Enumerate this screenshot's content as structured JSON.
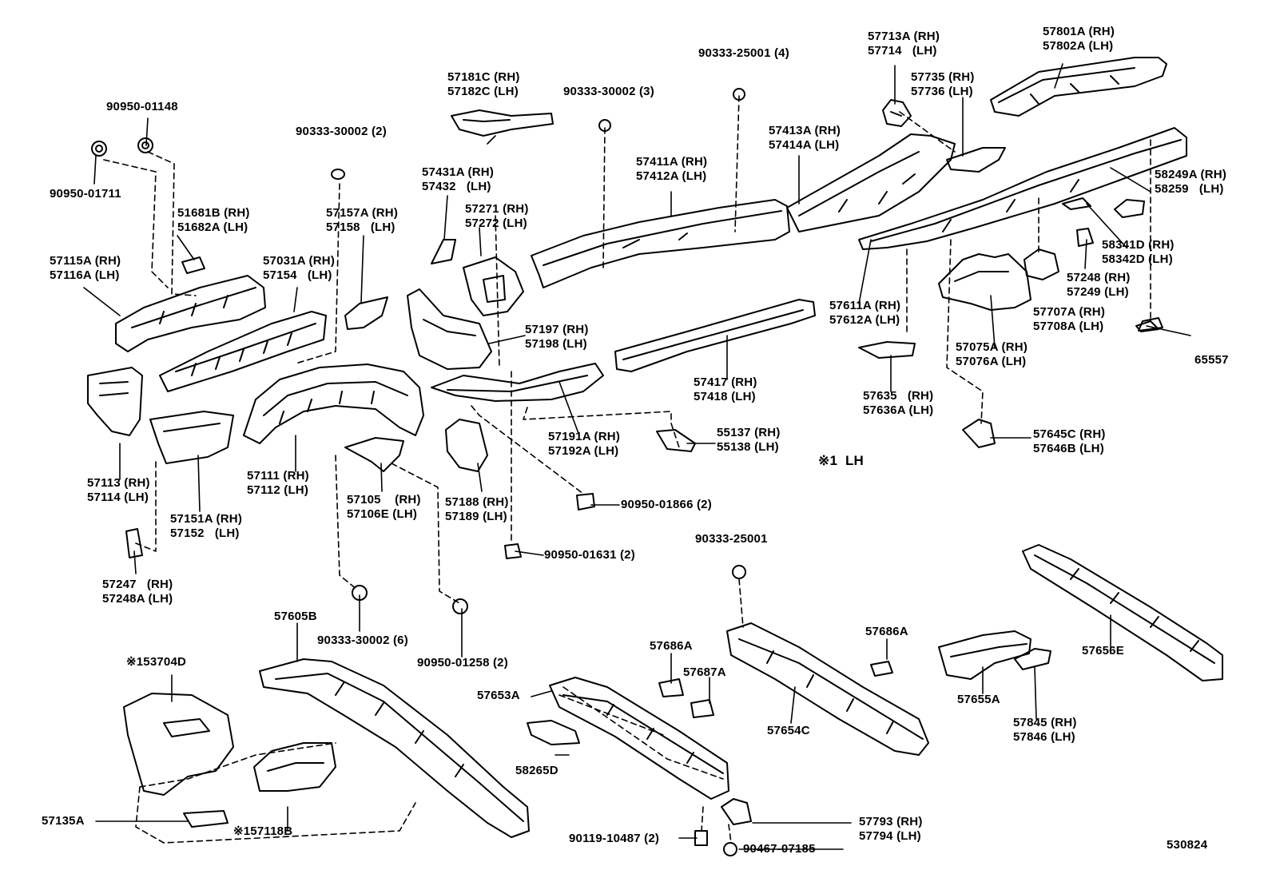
{
  "diagram_id": "530824",
  "parts": {
    "p_90950_01148": [
      "90950-01148"
    ],
    "p_90950_01711": [
      "90950-01711"
    ],
    "p_90333_30002_2": [
      "90333-30002 (2)"
    ],
    "p_57181": [
      "57181C (RH)",
      "57182C (LH)"
    ],
    "p_90333_30002_3": [
      "90333-30002 (3)"
    ],
    "p_90333_25001_4": [
      "90333-25001 (4)"
    ],
    "p_57713": [
      "57713A (RH)",
      "57714   (LH)"
    ],
    "p_57801": [
      "57801A (RH)",
      "57802A (LH)"
    ],
    "p_57735": [
      "57735 (RH)",
      "57736 (LH)"
    ],
    "p_51681": [
      "51681B (RH)",
      "51682A (LH)"
    ],
    "p_57157": [
      "57157A (RH)",
      "57158   (LH)"
    ],
    "p_57431": [
      "57431A (RH)",
      "57432   (LH)"
    ],
    "p_57271": [
      "57271 (RH)",
      "57272 (LH)"
    ],
    "p_57411": [
      "57411A (RH)",
      "57412A (LH)"
    ],
    "p_57413": [
      "57413A (RH)",
      "57414A (LH)"
    ],
    "p_58249": [
      "58249A (RH)",
      "58259   (LH)"
    ],
    "p_57115": [
      "57115A (RH)",
      "57116A (LH)"
    ],
    "p_57031": [
      "57031A (RH)",
      "57154   (LH)"
    ],
    "p_58341": [
      "58341D (RH)",
      "58342D (LH)"
    ],
    "p_57248_57249": [
      "57248 (RH)",
      "57249 (LH)"
    ],
    "p_57611": [
      "57611A (RH)",
      "57612A (LH)"
    ],
    "p_57707": [
      "57707A (RH)",
      "57708A (LH)"
    ],
    "p_57197": [
      "57197 (RH)",
      "57198 (LH)"
    ],
    "p_57075": [
      "57075A (RH)",
      "57076A (LH)"
    ],
    "p_65557": [
      "65557"
    ],
    "p_57417": [
      "57417 (RH)",
      "57418 (LH)"
    ],
    "p_57635": [
      "57635   (RH)",
      "57636A (LH)"
    ],
    "p_57191": [
      "57191A (RH)",
      "57192A (LH)"
    ],
    "p_55137": [
      "55137 (RH)",
      "55138 (LH)"
    ],
    "p_57645": [
      "57645C (RH)",
      "57646B (LH)"
    ],
    "p_note1": [
      "※1  LH"
    ],
    "p_57113": [
      "57113 (RH)",
      "57114 (LH)"
    ],
    "p_57111": [
      "57111 (RH)",
      "57112 (LH)"
    ],
    "p_57105": [
      "57105    (RH)",
      "57106E (LH)"
    ],
    "p_57188": [
      "57188 (RH)",
      "57189 (LH)"
    ],
    "p_90950_01866": [
      "90950-01866 (2)"
    ],
    "p_57151": [
      "57151A (RH)",
      "57152   (LH)"
    ],
    "p_90950_01631": [
      "90950-01631 (2)"
    ],
    "p_90333_25001": [
      "90333-25001"
    ],
    "p_57247": [
      "57247   (RH)",
      "57248A (LH)"
    ],
    "p_57605": [
      "57605B"
    ],
    "p_90333_30002_6": [
      "90333-30002 (6)"
    ],
    "p_90950_01258": [
      "90950-01258 (2)"
    ],
    "p_57686a_1": [
      "57686A"
    ],
    "p_57686a_2": [
      "57686A"
    ],
    "p_53704": [
      "※153704D"
    ],
    "p_57687": [
      "57687A"
    ],
    "p_57653": [
      "57653A"
    ],
    "p_57656": [
      "57656E"
    ],
    "p_57654": [
      "57654C"
    ],
    "p_57655": [
      "57655A"
    ],
    "p_57845": [
      "57845 (RH)",
      "57846 (LH)"
    ],
    "p_58265": [
      "58265D"
    ],
    "p_57135": [
      "57135A"
    ],
    "p_57118": [
      "※157118B"
    ],
    "p_57793": [
      "57793 (RH)",
      "57794 (LH)"
    ],
    "p_90119": [
      "90119-10487 (2)"
    ],
    "p_90467": [
      "90467-07185"
    ]
  }
}
